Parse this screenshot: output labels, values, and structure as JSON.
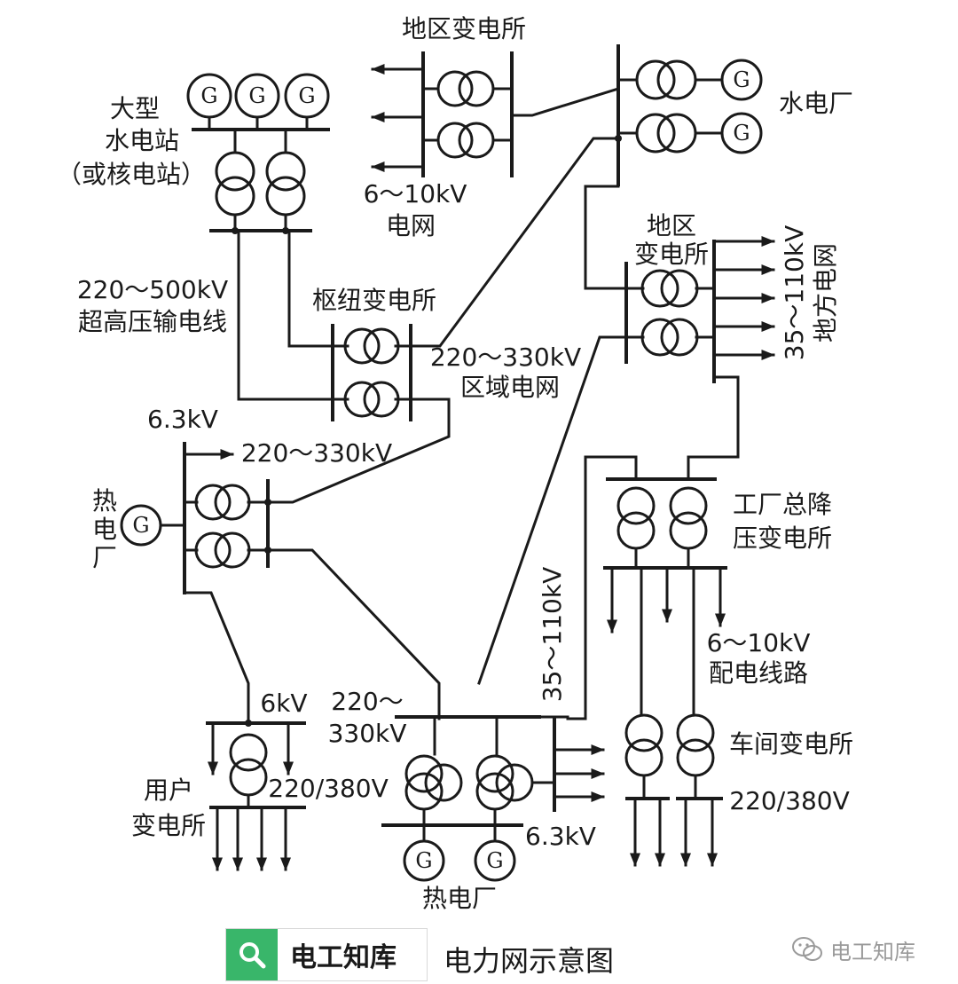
{
  "labels": {
    "regional_substation_top": "地区变电所",
    "large_hydro": [
      "大型",
      "水电站",
      "（或核电站）"
    ],
    "grid_6_10": [
      "6～10kV",
      "电网"
    ],
    "hydro_plant": "水电厂",
    "regional_substation_right": [
      "地区",
      "变电所"
    ],
    "local_grid": [
      "35～110kV",
      "地方电网"
    ],
    "ehv_line": [
      "220～500kV",
      "超高压输电线"
    ],
    "hub_substation": "枢纽变电所",
    "regional_grid": [
      "220～330kV",
      "区域电网"
    ],
    "v63_left": "6.3kV",
    "v220_330_mid": "220～330kV",
    "thermal_left": [
      "热",
      "电",
      "厂"
    ],
    "factory_substation": [
      "工厂总降",
      "压变电所"
    ],
    "v35_110_vert": "35～110kV",
    "distribution_line": [
      "6～10kV",
      "配电线路"
    ],
    "v6": "6kV",
    "v220_330_bottom": [
      "220～",
      "330kV"
    ],
    "workshop_substation": "车间变电所",
    "user_substation": [
      "用户",
      "变电所"
    ],
    "v220_380_left": "220/380V",
    "v220_380_right": "220/380V",
    "v63_bottom": "6.3kV",
    "thermal_bottom": "热电厂",
    "generator": "G"
  },
  "footer": {
    "brand_name": "电工知库",
    "caption": "电力网示意图",
    "watermark": "电工知库"
  },
  "icons": {
    "search": "search-icon",
    "wechat": "wechat-icon"
  }
}
